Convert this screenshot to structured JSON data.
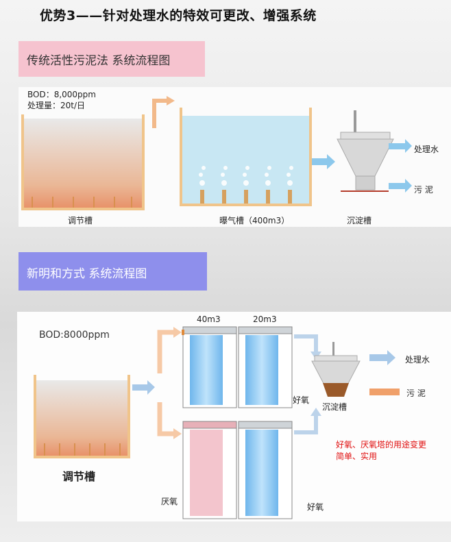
{
  "title": "优势3——针对处理水的特效可更改、增强系统",
  "section1": {
    "banner": "传统活性污泥法 系统流程图",
    "bod": "BOD：8,000ppm",
    "capacity": "处理量：20t/日",
    "label_tank": "调节槽",
    "label_aeration": "曝气槽（400m3）",
    "label_settler": "沉淀槽",
    "out_water": "处理水",
    "out_sludge": "污 泥"
  },
  "section2": {
    "banner": "新明和方式 系统流程图",
    "bod": "BOD:8000ppm",
    "label_tank": "调节槽",
    "vol_1": "40m3",
    "vol_2": "20m3",
    "aerobic_1": "好氧",
    "label_settler": "沉淀槽",
    "anaerobic": "厌氧",
    "aerobic_2": "好氧",
    "out_water": "处理水",
    "out_sludge": "污 泥",
    "note_line1": "好氧、厌氧塔的用途变更",
    "note_line2": "简单、实用"
  }
}
